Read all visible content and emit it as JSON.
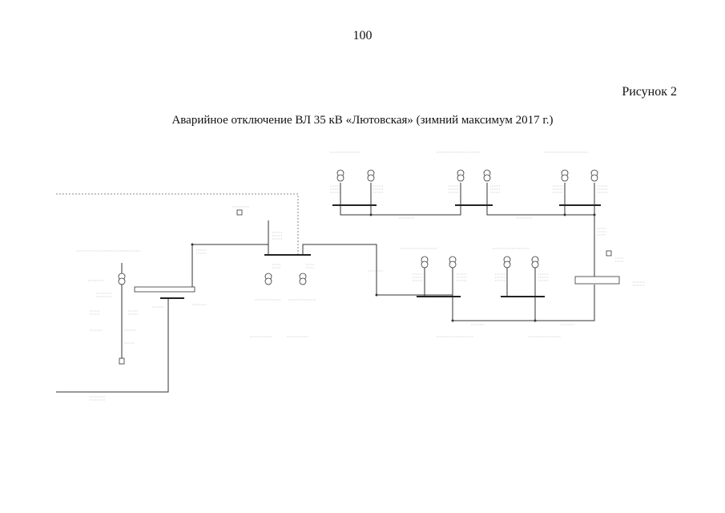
{
  "page": {
    "number": "100",
    "figure_label": "Рисунок 2",
    "figure_title": "Аварийное отключение ВЛ 35 кВ «Лютовская» (зимний максимум 2017 г.)"
  }
}
